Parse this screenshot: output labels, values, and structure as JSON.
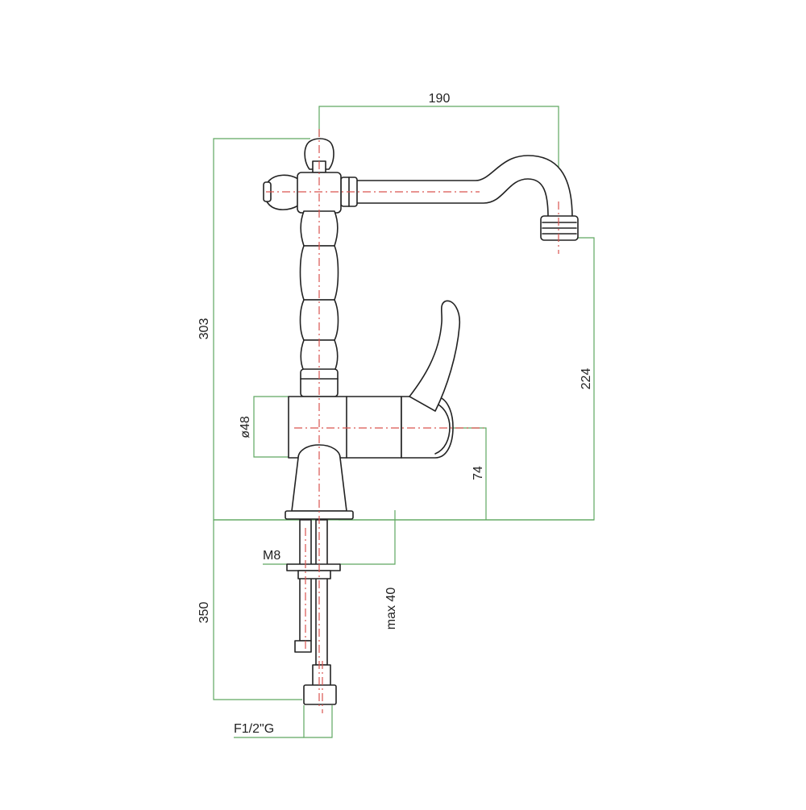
{
  "dimensions": {
    "spout_reach": "190",
    "total_height": "303",
    "spout_height": "224",
    "body_diameter": "ø48",
    "lever_height": "74",
    "hose_length": "350",
    "thread_stud": "M8",
    "max_deck_thickness": "max 40",
    "hose_connection": "F1/2\"G"
  },
  "colors": {
    "outline": "#222222",
    "dimension_lines": "#5fa861",
    "center_lines": "#d9534f"
  }
}
